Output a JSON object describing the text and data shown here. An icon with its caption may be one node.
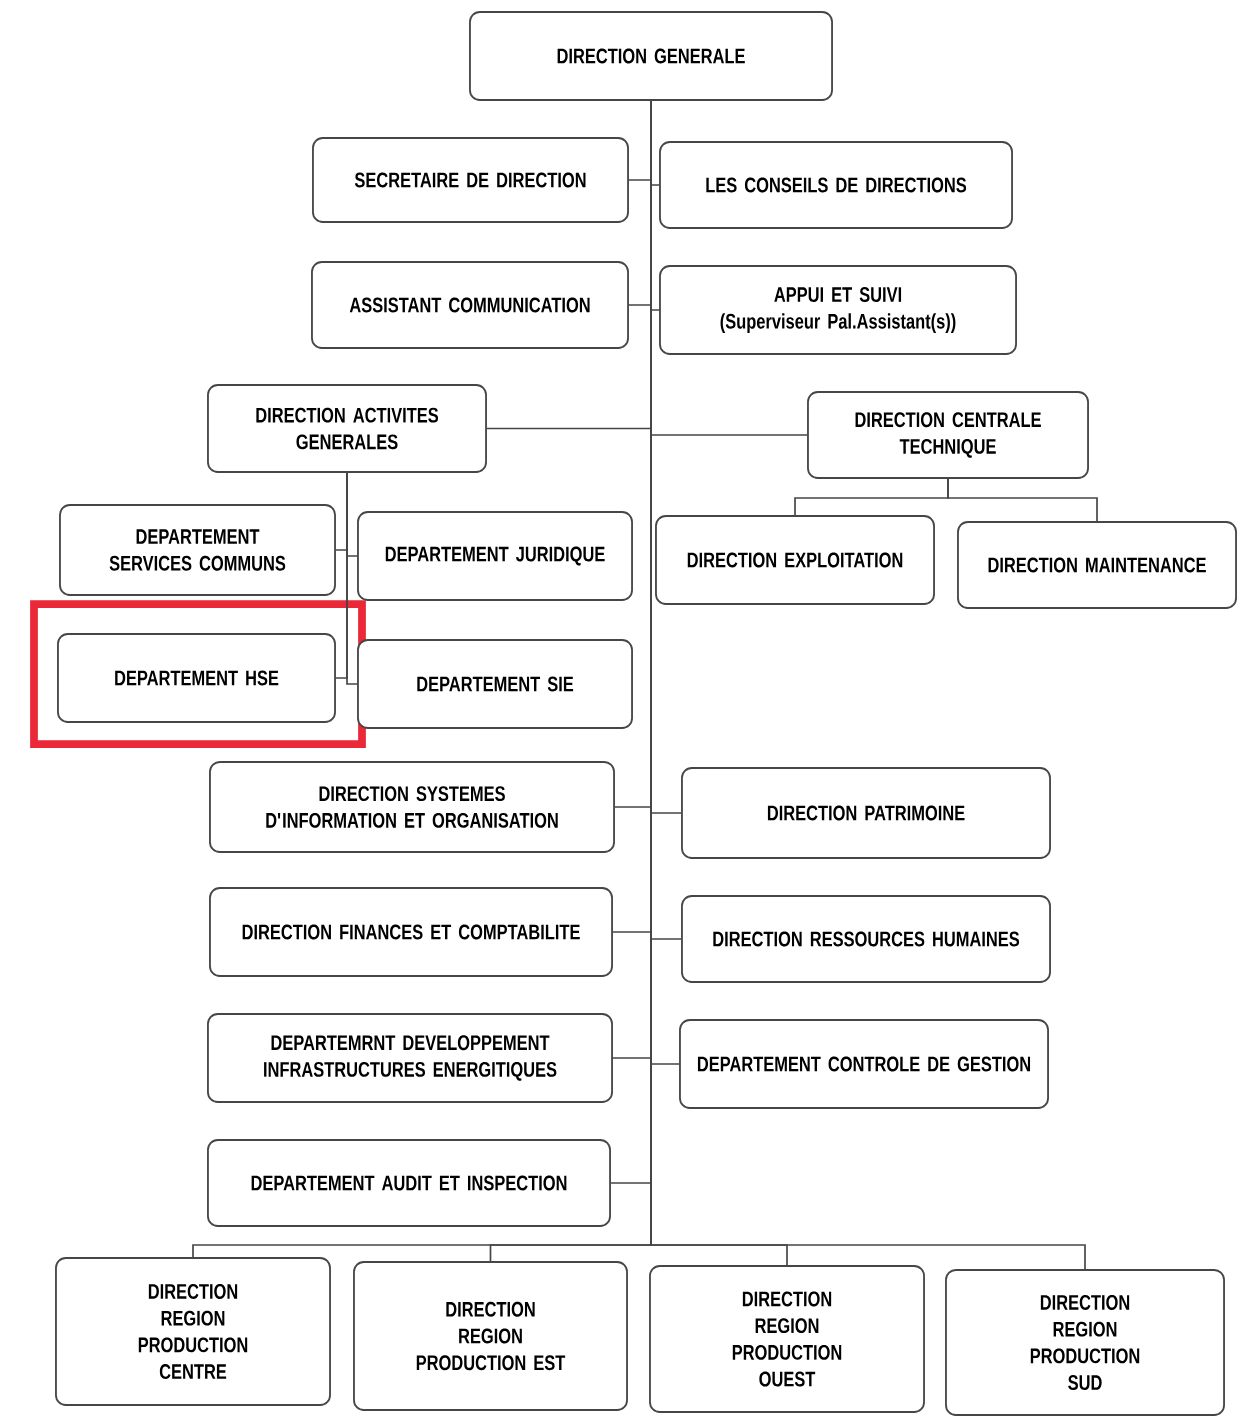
{
  "diagram": {
    "nodes": [
      {
        "text": [
          "DIRECTION GENERALE"
        ]
      },
      {
        "text": [
          "SECRETAIRE DE DIRECTION"
        ]
      },
      {
        "text": [
          "LES CONSEILS DE DIRECTIONS"
        ]
      },
      {
        "text": [
          "ASSISTANT COMMUNICATION"
        ]
      },
      {
        "text": [
          "APPUI ET SUIVI",
          "(Superviseur Pal.Assistant(s))"
        ]
      },
      {
        "text": [
          "DIRECTION ACTIVITES GENERALES"
        ]
      },
      {
        "text": [
          "DIRECTION CENTRALE TECHNIQUE"
        ]
      },
      {
        "text": [
          "DEPARTEMENT SERVICES COMMUNS"
        ]
      },
      {
        "text": [
          "DEPARTEMENT JURIDIQUE"
        ]
      },
      {
        "text": [
          "DIRECTION EXPLOITATION"
        ]
      },
      {
        "text": [
          "DIRECTION MAINTENANCE"
        ]
      },
      {
        "text": [
          "DEPARTEMENT HSE"
        ]
      },
      {
        "text": [
          "DEPARTEMENT SIE"
        ]
      },
      {
        "text": [
          "DIRECTION SYSTEMES D'INFORMATION ET ORGANISATION"
        ]
      },
      {
        "text": [
          "DIRECTION PATRIMOINE"
        ]
      },
      {
        "text": [
          "DIRECTION FINANCES ET COMPTABILITE"
        ]
      },
      {
        "text": [
          "DIRECTION RESSOURCES HUMAINES"
        ]
      },
      {
        "text": [
          "DEPARTEMRNT DEVELOPPEMENT INFRASTRUCTURES ENERGITIQUES"
        ]
      },
      {
        "text": [
          "DEPARTEMENT CONTROLE DE GESTION"
        ]
      },
      {
        "text": [
          "DEPARTEMENT AUDIT ET INSPECTION"
        ]
      },
      {
        "text": [
          "DIRECTION REGION PRODUCTION CENTRE"
        ]
      },
      {
        "text": [
          "DIRECTION REGION PRODUCTION EST"
        ]
      },
      {
        "text": [
          "DIRECTION REGION PRODUCTION OUEST"
        ]
      },
      {
        "text": [
          "DIRECTION REGION PRODUCTION SUD"
        ]
      }
    ],
    "edges": [
      {
        "from": 0,
        "to": 1,
        "arrow": "none"
      },
      {
        "from": 0,
        "to": 2,
        "arrow": "none"
      },
      {
        "from": 0,
        "to": 3,
        "arrow": "none"
      },
      {
        "from": 0,
        "to": 4,
        "arrow": "none"
      },
      {
        "from": 0,
        "to": 5,
        "arrow": "none"
      },
      {
        "from": 0,
        "to": 6,
        "arrow": "none"
      },
      {
        "from": 5,
        "to": 7,
        "arrow": "none"
      },
      {
        "from": 5,
        "to": 8,
        "arrow": "none"
      },
      {
        "from": 6,
        "to": 9,
        "arrow": "none"
      },
      {
        "from": 6,
        "to": 10,
        "arrow": "none"
      },
      {
        "from": 5,
        "to": 11,
        "arrow": "none"
      },
      {
        "from": 5,
        "to": 12,
        "arrow": "none"
      },
      {
        "from": 0,
        "to": 13,
        "arrow": "none"
      },
      {
        "from": 0,
        "to": 14,
        "arrow": "none"
      },
      {
        "from": 0,
        "to": 15,
        "arrow": "none"
      },
      {
        "from": 0,
        "to": 16,
        "arrow": "none"
      },
      {
        "from": 0,
        "to": 17,
        "arrow": "none"
      },
      {
        "from": 0,
        "to": 18,
        "arrow": "none"
      },
      {
        "from": 0,
        "to": 19,
        "arrow": "none"
      },
      {
        "from": 0,
        "to": 20,
        "arrow": "none"
      },
      {
        "from": 0,
        "to": 21,
        "arrow": "none"
      },
      {
        "from": 0,
        "to": 22,
        "arrow": "none"
      },
      {
        "from": 0,
        "to": 23,
        "arrow": "none"
      }
    ]
  }
}
